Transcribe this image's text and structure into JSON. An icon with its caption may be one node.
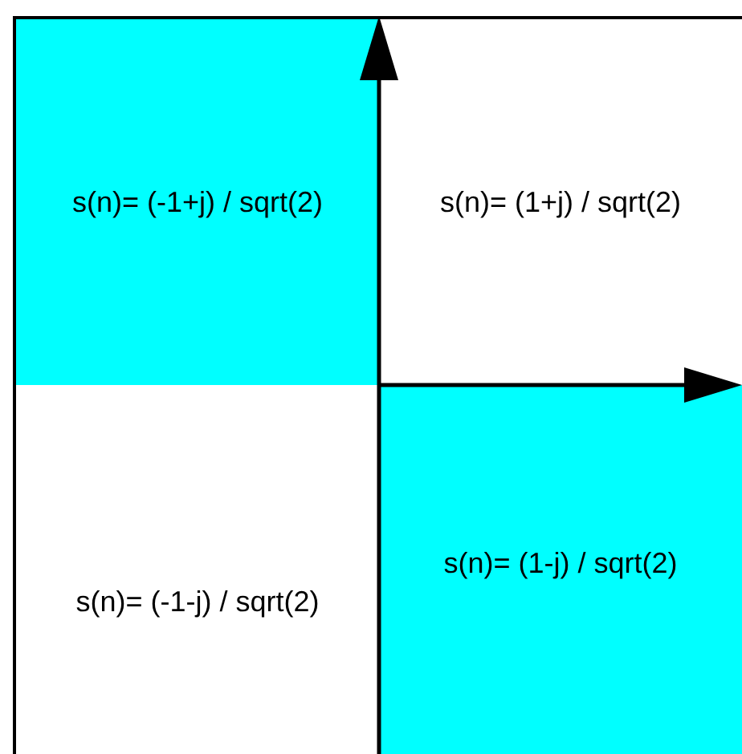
{
  "diagram": {
    "nodes": [
      {
        "text": [
          "s(n)= (-1+j) / sqrt(2)"
        ]
      },
      {
        "text": [
          "s(n)= (1+j) / sqrt(2)"
        ]
      },
      {
        "text": [
          "s(n)= (-1-j) / sqrt(2)"
        ]
      },
      {
        "text": [
          "s(n)= (1-j) / sqrt(2)"
        ]
      }
    ]
  }
}
